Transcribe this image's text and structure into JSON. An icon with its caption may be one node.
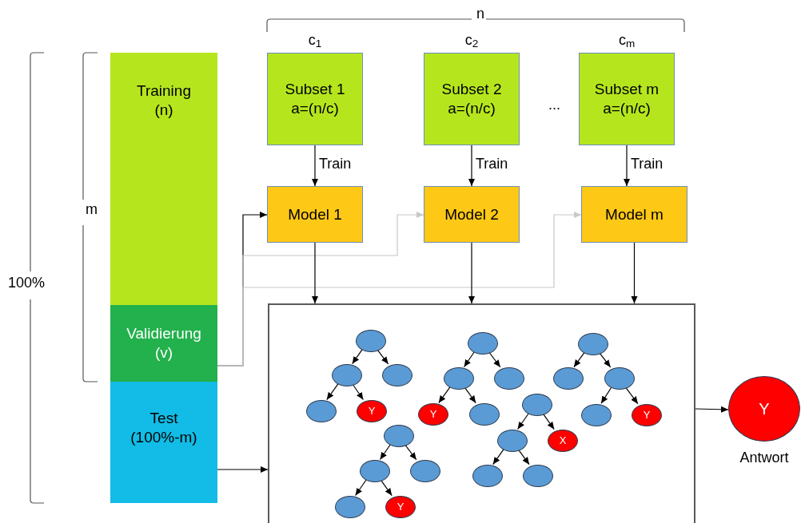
{
  "diagram": {
    "nodes": [
      {
        "text": [
          "Training",
          "(n)"
        ]
      },
      {
        "text": [
          "Validierung",
          "(v)"
        ]
      },
      {
        "text": [
          "Test",
          "(100%-m)"
        ]
      },
      {
        "text": [
          "Subset 1",
          "a=(n/c)"
        ],
        "beside": [
          "c$_{1}$"
        ]
      },
      {
        "text": [
          "Subset 2",
          "a=(n/c)"
        ],
        "beside": [
          "c$_{2}$"
        ]
      },
      {
        "text": [
          "Subset m",
          "a=(n/c)"
        ],
        "beside": [
          "c$_{m}$"
        ]
      },
      {
        "text": [
          "Model 1"
        ]
      },
      {
        "text": [
          "Model 2"
        ]
      },
      {
        "text": [
          "Model m"
        ]
      },
      {
        "text": [],
        "shape": "box"
      },
      {
        "text": [],
        "shape": "ellipse",
        "in": 9
      },
      {
        "text": [],
        "shape": "ellipse",
        "in": 9
      },
      {
        "text": [],
        "shape": "ellipse",
        "in": 9
      },
      {
        "text": [],
        "shape": "ellipse",
        "in": 9
      },
      {
        "text": [
          "Y"
        ],
        "in": 9
      },
      {
        "text": [],
        "shape": "ellipse",
        "in": 9
      },
      {
        "text": [],
        "shape": "ellipse",
        "in": 9
      },
      {
        "text": [],
        "shape": "ellipse",
        "in": 9
      },
      {
        "text": [
          "Y"
        ],
        "in": 9
      },
      {
        "text": [],
        "shape": "ellipse",
        "in": 9
      },
      {
        "text": [],
        "shape": "ellipse",
        "in": 9
      },
      {
        "text": [],
        "shape": "ellipse",
        "in": 9
      },
      {
        "text": [],
        "shape": "ellipse",
        "in": 9
      },
      {
        "text": [],
        "shape": "ellipse",
        "in": 9
      },
      {
        "text": [
          "Y"
        ],
        "in": 9
      },
      {
        "text": [],
        "shape": "ellipse",
        "in": 9
      },
      {
        "text": [],
        "shape": "ellipse",
        "in": 9
      },
      {
        "text": [
          "X"
        ],
        "in": 9
      },
      {
        "text": [],
        "shape": "ellipse",
        "in": 9
      },
      {
        "text": [],
        "shape": "ellipse",
        "in": 9
      },
      {
        "text": [],
        "shape": "ellipse",
        "in": 9
      },
      {
        "text": [],
        "shape": "ellipse",
        "in": 9
      },
      {
        "text": [],
        "shape": "ellipse",
        "in": 9
      },
      {
        "text": [],
        "shape": "ellipse",
        "in": 9
      },
      {
        "text": [
          "Y"
        ],
        "in": 9
      },
      {
        "text": [
          "Y"
        ],
        "beside": [
          "Antwort"
        ]
      }
    ],
    "edges": [
      {
        "from": 3,
        "to": 6,
        "arrow": "to",
        "label": "Train"
      },
      {
        "from": 4,
        "to": 7,
        "arrow": "to",
        "label": "Train"
      },
      {
        "from": 5,
        "to": 8,
        "arrow": "to",
        "label": "Train"
      },
      {
        "from": 1,
        "to": 6,
        "arrow": "to"
      },
      {
        "from": 1,
        "to": 7,
        "arrow": "to",
        "color": "#c8c8c8"
      },
      {
        "from": 1,
        "to": 8,
        "arrow": "to",
        "color": "#c8c8c8"
      },
      {
        "from": 6,
        "to": 9,
        "arrow": "to"
      },
      {
        "from": 7,
        "to": 9,
        "arrow": "to"
      },
      {
        "from": 8,
        "to": 9,
        "arrow": "to"
      },
      {
        "from": 2,
        "to": 9,
        "arrow": "to"
      },
      {
        "from": 9,
        "to": 35,
        "arrow": "to"
      },
      {
        "from": 10,
        "to": 11,
        "arrow": "to"
      },
      {
        "from": 10,
        "to": 12,
        "arrow": "to"
      },
      {
        "from": 11,
        "to": 13,
        "arrow": "to"
      },
      {
        "from": 11,
        "to": 14,
        "arrow": "to"
      },
      {
        "from": 15,
        "to": 16,
        "arrow": "to"
      },
      {
        "from": 15,
        "to": 17,
        "arrow": "to"
      },
      {
        "from": 16,
        "to": 18,
        "arrow": "to"
      },
      {
        "from": 16,
        "to": 19,
        "arrow": "to"
      },
      {
        "from": 20,
        "to": 21,
        "arrow": "to"
      },
      {
        "from": 20,
        "to": 22,
        "arrow": "to"
      },
      {
        "from": 22,
        "to": 23,
        "arrow": "to"
      },
      {
        "from": 22,
        "to": 24,
        "arrow": "to"
      },
      {
        "from": 25,
        "to": 26,
        "arrow": "to"
      },
      {
        "from": 25,
        "to": 27,
        "arrow": "to"
      },
      {
        "from": 26,
        "to": 28,
        "arrow": "to"
      },
      {
        "from": 26,
        "to": 29,
        "arrow": "to"
      },
      {
        "from": 30,
        "to": 31,
        "arrow": "to"
      },
      {
        "from": 30,
        "to": 32,
        "arrow": "to"
      },
      {
        "from": 31,
        "to": 33,
        "arrow": "to"
      },
      {
        "from": 31,
        "to": 34,
        "arrow": "to"
      }
    ],
    "labels": [
      "n",
      "...",
      "m",
      "100%"
    ]
  }
}
